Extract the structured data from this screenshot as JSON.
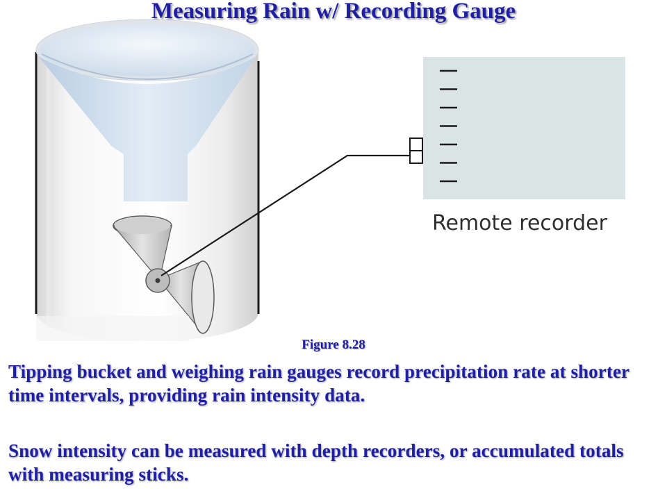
{
  "slide": {
    "title": "Measuring Rain w/ Recording Gauge",
    "figure_caption": "Figure 8.28",
    "paragraph_1": "Tipping bucket and weighing rain gauges record precipitation rate at shorter time intervals, providing rain intensity data.",
    "paragraph_2": "Snow intensity can be measured with depth recorders, or accumulated totals with measuring sticks."
  },
  "diagram": {
    "recorder_label": "Remote recorder",
    "recorder_tick_count": 7,
    "colors": {
      "text_blue": "#1f1fa3",
      "gauge_body": "#f2f2f2",
      "funnel_blue": "#cfe0f0",
      "recorder_panel": "#dbe4e4",
      "bucket_grey": "#c4c4c4",
      "line_dark": "#1a1a1a"
    }
  }
}
